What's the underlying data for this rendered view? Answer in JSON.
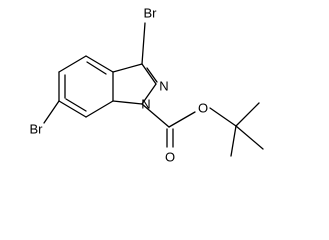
{
  "molecule": {
    "atom_labels": {
      "br_top": "Br",
      "br_left": "Br",
      "n2": "N",
      "n1": "N",
      "o_carbonyl": "O",
      "o_ester": "O"
    }
  }
}
